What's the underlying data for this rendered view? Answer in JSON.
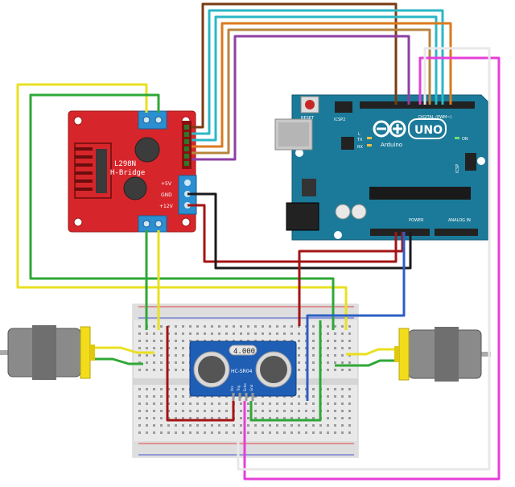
{
  "l298n": {
    "model": "L298N",
    "name": "H-Bridge",
    "pin_5v": "+5V",
    "pin_gnd": "GND",
    "pin_12v": "+12V"
  },
  "arduino": {
    "reset": "RESET",
    "icsp2": "ICSP2",
    "digital": "DIGITAL (PWM~)",
    "uno": "UNO",
    "brand": "Arduino",
    "on": "ON",
    "power": "POWER",
    "analog": "ANALOG IN",
    "icsp": "ICSP",
    "tx": "TX",
    "rx": "RX",
    "l": "L"
  },
  "sensor": {
    "crystal": "4.000",
    "model": "HC-SR04",
    "pins": [
      "Vcc",
      "Trig",
      "Echo",
      "Gnd"
    ]
  },
  "colors": {
    "board_red": "#d7262b",
    "arduino_teal": "#1b7a99",
    "wire_brown": "#7a3a12",
    "wire_cyan": "#2bb7c6",
    "wire_orange": "#d97a1c",
    "wire_tan": "#b8843d",
    "wire_purple": "#8e3fa3",
    "wire_magenta": "#e63fd8",
    "wire_yellow": "#e8e020",
    "wire_green": "#2ea836",
    "wire_darkred": "#a31414",
    "wire_blue": "#2b5fc4",
    "wire_black": "#1a1a1a"
  }
}
